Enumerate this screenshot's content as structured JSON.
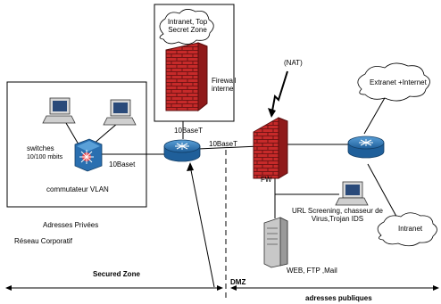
{
  "labels": {
    "intranet_top_secret": "Intranet, Top Secret Zone",
    "firewall_interne": "Firewall interne",
    "nat": "(NAT)",
    "extranet_internet": "Extranet +Internet",
    "switches": "switches",
    "switch_speed": "10/100 mbits",
    "commutateur_vlan": "commutateur VLAN",
    "link_10baset_left": "10Baset",
    "link_10baset_top": "10BaseT",
    "link_10baset_mid": "10BaseT",
    "fw": "FW",
    "url_screening": "URL Screening, chasseur de Virus,Trojan IDS",
    "intranet": "Intranet",
    "adresses_privees": "Adresses Privées",
    "reseau_corporatif": "Réseau Corporatif",
    "web_ftp_mail": "WEB, FTP ,Mail",
    "secured_zone": "Secured Zone",
    "dmz": "DMZ",
    "adresses_publiques": "adresses publiques"
  },
  "colors": {
    "firewall": "#cc2222",
    "router": "#2a79b8",
    "switch": "#2a6fb0",
    "line": "#000000"
  },
  "icons": [
    "computer-icon",
    "switch-icon",
    "router-icon",
    "firewall-icon",
    "server-icon",
    "cloud-icon",
    "lightning-icon"
  ]
}
